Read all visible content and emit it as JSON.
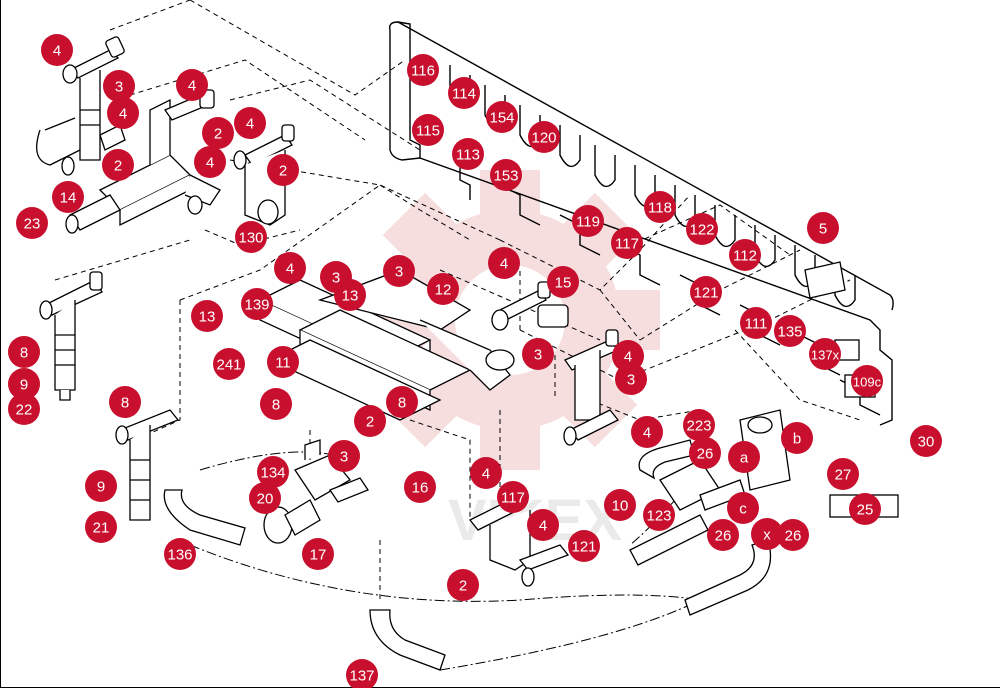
{
  "diagram": {
    "colors": {
      "callout_fill": "#c8102e",
      "callout_text": "#ffffff",
      "line": "#000000",
      "watermark": "#f2c4c4"
    },
    "watermark_text": "VIKEX",
    "callouts": {
      "c001": "4",
      "c002": "3",
      "c003": "4",
      "c004": "2",
      "c005": "14",
      "c006": "23",
      "c007": "4",
      "c008": "2",
      "c009": "4",
      "c010": "4",
      "c011": "2",
      "c012": "130",
      "c013": "4",
      "c014": "116",
      "c015": "114",
      "c016": "154",
      "c017": "120",
      "c018": "115",
      "c019": "113",
      "c020": "153",
      "c021": "118",
      "c022": "119",
      "c023": "122",
      "c024": "117",
      "c025": "112",
      "c026": "5",
      "c027": "121",
      "c028": "111",
      "c029": "135",
      "c030": "137x",
      "c031": "109c",
      "c032": "30",
      "c033": "3",
      "c034": "3",
      "c035": "13",
      "c036": "12",
      "c037": "4",
      "c038": "15",
      "c039": "139",
      "c040": "13",
      "c041": "241",
      "c042": "11",
      "c043": "3",
      "c044": "3",
      "c045": "8",
      "c046": "8",
      "c047": "2",
      "c048": "8",
      "c049": "9",
      "c050": "22",
      "c051": "8",
      "c052": "9",
      "c053": "21",
      "c054": "136",
      "c055": "134",
      "c056": "3",
      "c057": "20",
      "c058": "17",
      "c059": "16",
      "c060": "4",
      "c061": "117",
      "c062": "4",
      "c063": "121",
      "c064": "2",
      "c065": "223",
      "c066": "b",
      "c067": "26",
      "c068": "a",
      "c069": "27",
      "c070": "10",
      "c071": "123",
      "c072": "c",
      "c073": "26",
      "c074": "x",
      "c075": "26",
      "c076": "25",
      "c077": "137",
      "c078": "4",
      "c079": "4"
    }
  }
}
